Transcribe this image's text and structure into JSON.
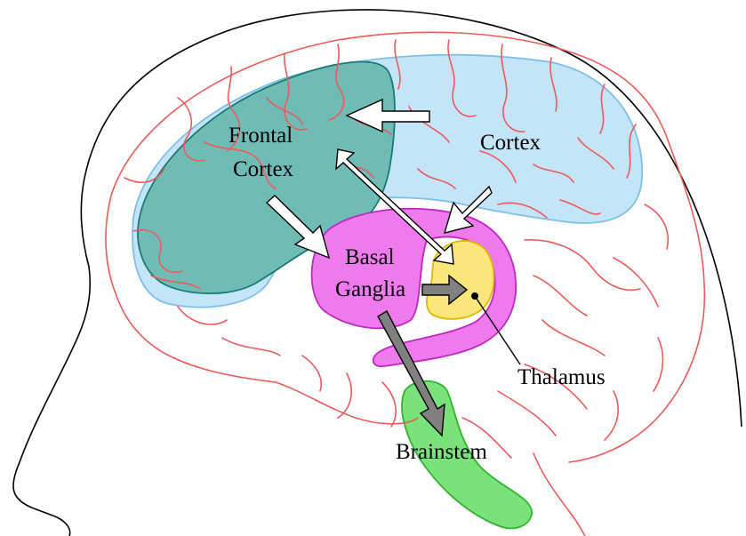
{
  "labels": {
    "frontal_cortex_line1": "Frontal",
    "frontal_cortex_line2": "Cortex",
    "cortex": "Cortex",
    "basal_ganglia_line1": "Basal",
    "basal_ganglia_line2": "Ganglia",
    "thalamus": "Thalamus",
    "brainstem": "Brainstem"
  },
  "colors": {
    "background": "#ffffff",
    "head_outline": "#000000",
    "gyri": "#ee5a5a",
    "cortex_region": "#c4e4f8",
    "cortex_region_stroke": "#7cc0ea",
    "frontal_cortex_region": "#6fbcb6",
    "frontal_cortex_stroke": "#1a7a74",
    "basal_ganglia": "#ee7aee",
    "basal_ganglia_stroke": "#c026c0",
    "thalamus": "#fbe67c",
    "thalamus_stroke": "#e0b800",
    "brainstem": "#7ae27a",
    "brainstem_stroke": "#2eb42e",
    "outline_arrow_fill": "#ffffff",
    "solid_arrow_fill": "#808080"
  },
  "connections": [
    {
      "from": "Cortex",
      "to": "Frontal Cortex",
      "style": "outline"
    },
    {
      "from": "Cortex",
      "to": "Basal Ganglia",
      "style": "outline"
    },
    {
      "from": "Frontal Cortex",
      "to": "Basal Ganglia",
      "style": "outline"
    },
    {
      "from": "Frontal Cortex",
      "to": "Thalamus",
      "style": "outline-bidirectional"
    },
    {
      "from": "Basal Ganglia",
      "to": "Thalamus",
      "style": "solid"
    },
    {
      "from": "Basal Ganglia",
      "to": "Brainstem",
      "style": "solid"
    }
  ]
}
